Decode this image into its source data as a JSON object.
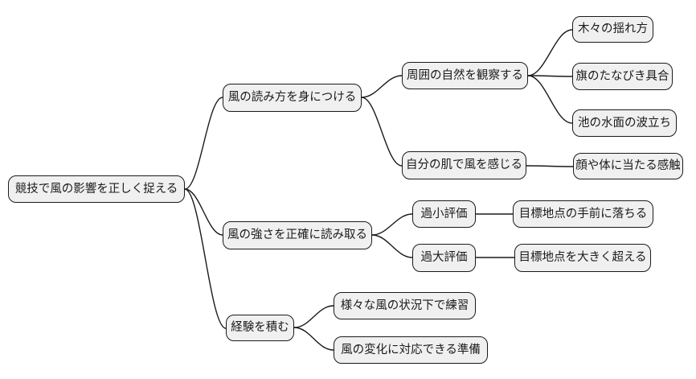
{
  "diagram": {
    "type": "mindmap",
    "orientation": "left-to-right",
    "colors": {
      "background": "#ffffff",
      "node_fill": "#f0f0f0",
      "node_border": "#1a1a1a",
      "edge": "#1a1a1a",
      "text": "#1a1a1a"
    }
  },
  "mindmap": {
    "label": "競技で風の影響を正しく捉える",
    "children": [
      {
        "label": "風の読み方を身につける",
        "children": [
          {
            "label": "周囲の自然を観察する",
            "children": [
              {
                "label": "木々の揺れ方",
                "children": []
              },
              {
                "label": "旗のたなびき具合",
                "children": []
              },
              {
                "label": "池の水面の波立ち",
                "children": []
              }
            ]
          },
          {
            "label": "自分の肌で風を感じる",
            "children": [
              {
                "label": "顔や体に当たる感触",
                "children": []
              }
            ]
          }
        ]
      },
      {
        "label": "風の強さを正確に読み取る",
        "children": [
          {
            "label": "過小評価",
            "children": [
              {
                "label": "目標地点の手前に落ちる",
                "children": []
              }
            ]
          },
          {
            "label": "過大評価",
            "children": [
              {
                "label": "目標地点を大きく超える",
                "children": []
              }
            ]
          }
        ]
      },
      {
        "label": "経験を積む",
        "children": [
          {
            "label": "様々な風の状況下で練習",
            "children": []
          },
          {
            "label": "風の変化に対応できる準備",
            "children": []
          }
        ]
      }
    ]
  }
}
